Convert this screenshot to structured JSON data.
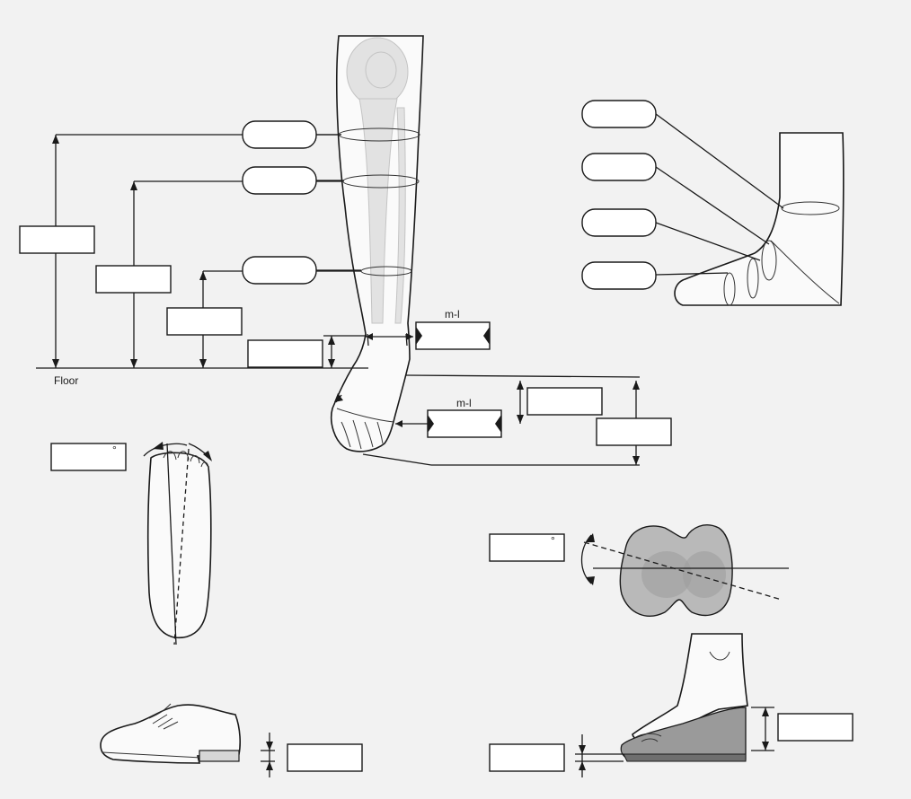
{
  "labels": {
    "floor": "Floor",
    "ml_ankle": "m-l",
    "ml_foot": "m-l",
    "toe_angle_unit": "°",
    "knee_angle_unit": "°"
  },
  "colors": {
    "background": "#f2f2f2",
    "line": "#1a1a1a",
    "field_fill": "#ffffff",
    "bone": "#e2e2e2",
    "knee_condyle": "#b9b9b9",
    "shoe_heel": "#9a9a9a",
    "sole_dark": "#6f6f6f"
  },
  "fields": {
    "leg_circumference": [
      "",
      "",
      ""
    ],
    "leg_height": [
      "",
      "",
      "",
      ""
    ],
    "ankle_ml_width": "",
    "forefoot_ml_width": "",
    "foot_height": [
      "",
      ""
    ],
    "foot_circumference": [
      "",
      "",
      "",
      ""
    ],
    "toe_angle": "",
    "knee_angle": "",
    "shoe_heel_height": "",
    "heel_wedge_height": [
      "",
      ""
    ]
  }
}
